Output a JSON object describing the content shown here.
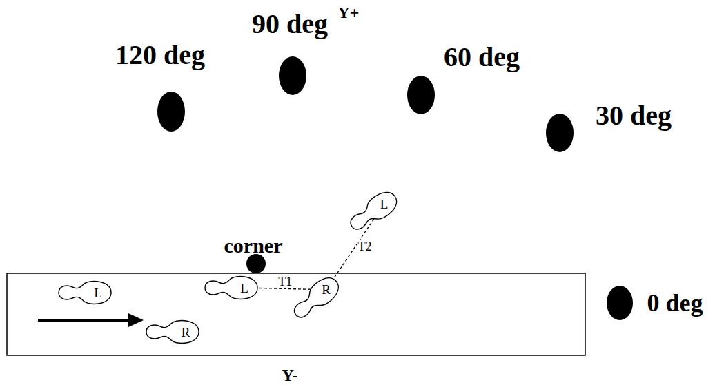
{
  "diagram": {
    "nodes": [
      {
        "text": [
          "L"
        ]
      },
      {
        "text": [
          "R"
        ]
      },
      {
        "text": [
          "L"
        ]
      },
      {
        "text": [
          "R"
        ]
      },
      {
        "text": [
          "L"
        ]
      }
    ],
    "edges": [
      {
        "from": 2,
        "to": 3,
        "label": "T1",
        "arrow": "none"
      },
      {
        "from": 3,
        "to": 4,
        "label": "T2",
        "arrow": "none"
      }
    ],
    "labels": [
      "120 deg",
      "90 deg",
      "Y+",
      "60 deg",
      "30 deg",
      "corner",
      "0 deg",
      "Y-"
    ]
  }
}
